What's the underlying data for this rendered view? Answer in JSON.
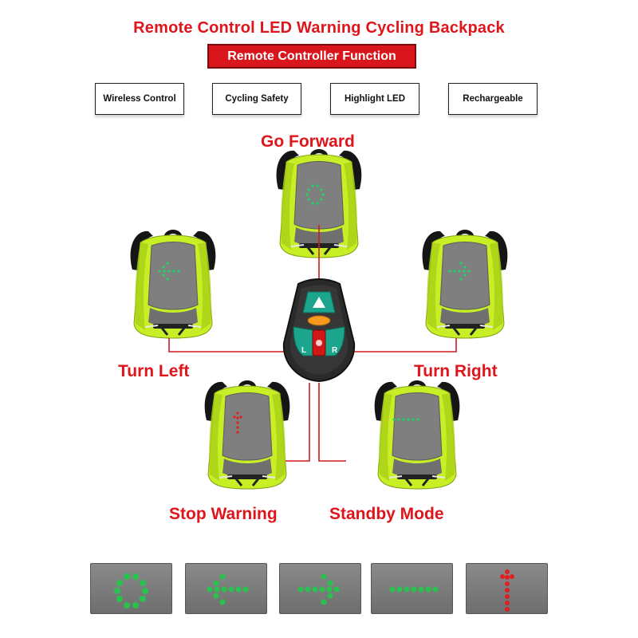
{
  "header": {
    "title": "Remote Control LED Warning Cycling Backpack",
    "subtitle": "Remote Controller Function"
  },
  "features": [
    "Wireless Control",
    "Cycling Safety",
    "Highlight LED",
    "Rechargeable"
  ],
  "modes": {
    "forward": "Go Forward",
    "left": "Turn Left",
    "right": "Turn Right",
    "stop": "Stop Warning",
    "standby": "Standby Mode"
  },
  "remote": {
    "left_button": "L",
    "right_button": "R"
  },
  "colors": {
    "accent_red": "#e0141b",
    "led_green": "#1fd26a",
    "led_red": "#e02020",
    "backpack_yellow": "#c8ef25",
    "backpack_gray": "#7f7f7f"
  },
  "icons": [
    "circle-led-icon",
    "arrow-left-led-icon",
    "arrow-right-led-icon",
    "dash-line-led-icon",
    "stop-arrow-led-icon"
  ]
}
